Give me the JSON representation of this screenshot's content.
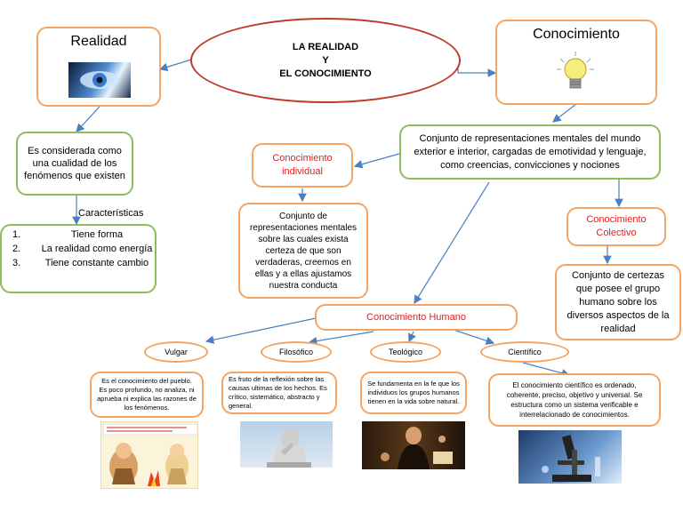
{
  "colors": {
    "orange": "#f4a460",
    "green": "#8fbc5a",
    "red_text": "#e02020",
    "arrow": "#4a7fc1",
    "ellipse": "#c0392b"
  },
  "center": {
    "line1": "LA REALIDAD",
    "line2": "Y",
    "line3": "EL CONOCIMIENTO"
  },
  "realidad": {
    "title": "Realidad",
    "desc": "Es considerada como una cualidad de los fenómenos que existen",
    "char_label": "Características",
    "chars": [
      {
        "n": "1.",
        "t": "Tiene forma"
      },
      {
        "n": "2.",
        "t": "La realidad como energía"
      },
      {
        "n": "3.",
        "t": "Tiene constante cambio"
      }
    ]
  },
  "conocimiento": {
    "title": "Conocimiento",
    "desc": "Conjunto de representaciones mentales del mundo exterior e interior, cargadas de emotividad y lenguaje, como creencias, convicciones y nociones"
  },
  "individual": {
    "title": "Conocimiento individual",
    "desc": "Conjunto de representaciones mentales sobre las cuales exista certeza de que son verdaderas, creemos en ellas y a ellas ajustamos nuestra conducta"
  },
  "colectivo": {
    "title": "Conocimiento Colectivo",
    "desc": "Conjunto de certezas que posee el grupo humano sobre los diversos aspectos de la realidad"
  },
  "humano": {
    "title": "Conocimiento Humano"
  },
  "types": [
    {
      "label": "Vulgar",
      "desc": "Es el conocimiento del pueblo. Es poco profundo, no analiza, ni aprueba ni explica las razones de los fenómenos."
    },
    {
      "label": "Filosófico",
      "desc": "Es fruto de la reflexión sobre las causas ultimas de los hechos. Es crítico, sistemático, abstracto y general."
    },
    {
      "label": "Teológico",
      "desc": "Se fundamenta en la fe que los individuos los grupos humanos tienen en la vida sobre natural."
    },
    {
      "label": "Científico",
      "desc": "El conocimiento científico es ordenado, coherente, preciso, objetivo y universal. Se estructura como un sistema verificable e interrelacionado de conocimientos."
    }
  ],
  "images": {
    "eye": "eye-photo",
    "bulb": "lightbulb-icon",
    "cave": "cavemen-cartoon",
    "thinker": "thinker-statue",
    "monk": "monk-painting",
    "microscope": "microscope-photo"
  }
}
